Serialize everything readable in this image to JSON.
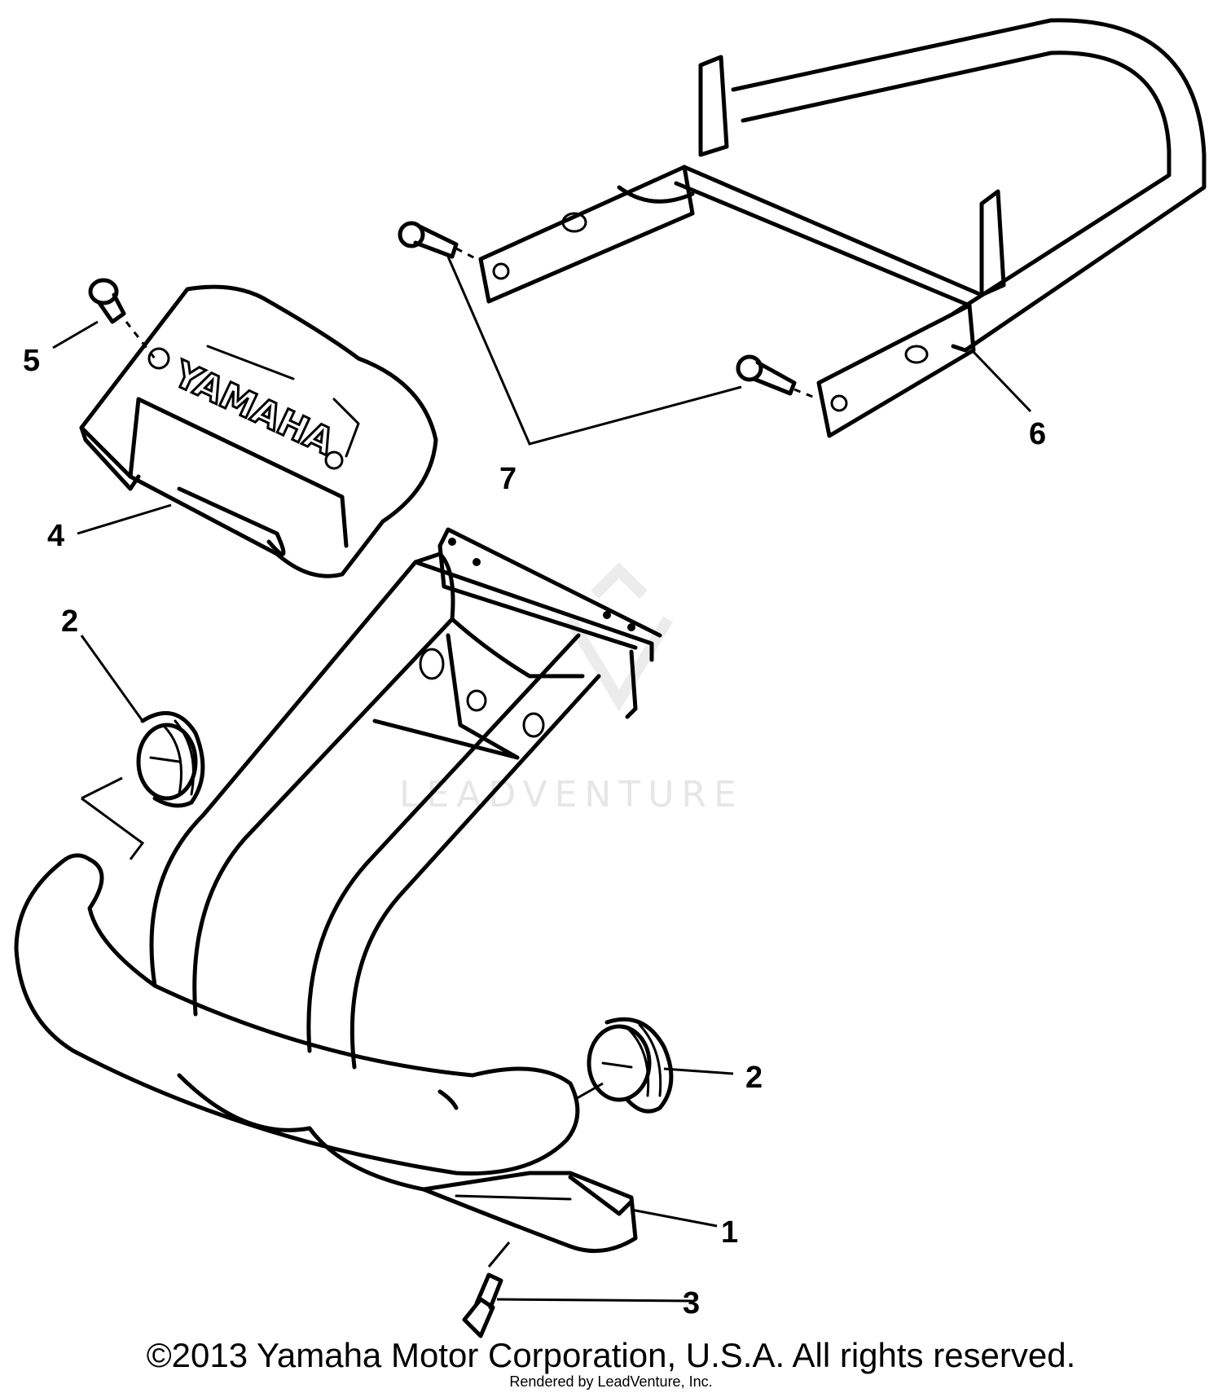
{
  "diagram": {
    "callouts": [
      "1",
      "2",
      "2",
      "3",
      "4",
      "5",
      "6",
      "7"
    ],
    "logo_text": "YAMAHA",
    "watermark": "LEADVENTURE"
  },
  "footer": {
    "copyright": "©2013 Yamaha Motor Corporation, U.S.A. All rights reserved.",
    "rendered_by": "Rendered by LeadVenture, Inc."
  },
  "colors": {
    "ink": "#000000",
    "paper": "#ffffff",
    "watermark": "#e6e6e6"
  }
}
